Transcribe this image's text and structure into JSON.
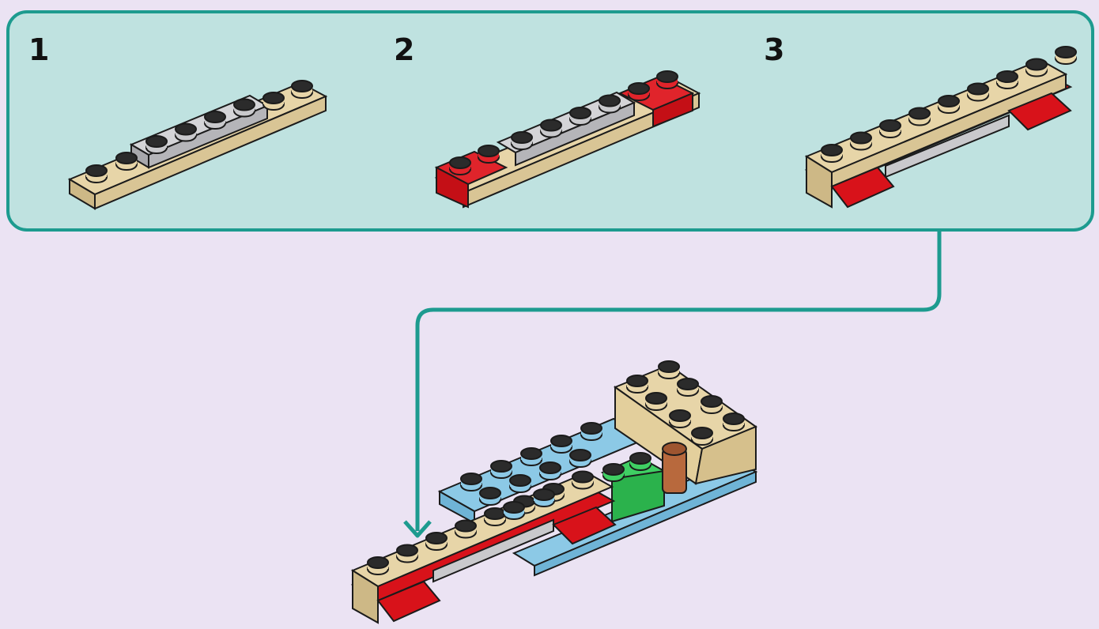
{
  "instructions": {
    "steps": [
      {
        "number": "1"
      },
      {
        "number": "2"
      },
      {
        "number": "3"
      }
    ]
  },
  "colors": {
    "background": "#ebe3f3",
    "panel_fill": "#bfe2e0",
    "panel_border": "#1d9b8f",
    "tan": "#e7d5a8",
    "tan_dark": "#cdb886",
    "gray": "#c9c9cc",
    "red": "#d8121a",
    "light_blue": "#7fc3e3",
    "green": "#2bb24c",
    "brown": "#b8693d",
    "stud_dark": "#2b2b2b",
    "outline": "#1b1b1b"
  }
}
